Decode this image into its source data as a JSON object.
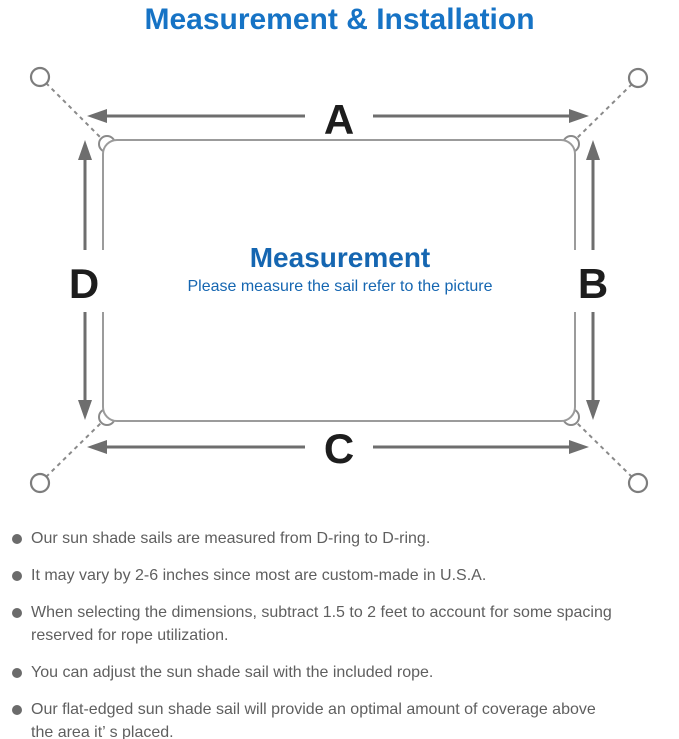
{
  "title": "Measurement & Installation",
  "diagram": {
    "center_heading": "Measurement",
    "center_subtitle": "Please measure the sail refer to the picture",
    "labels": {
      "top": "A",
      "right": "B",
      "bottom": "C",
      "left": "D"
    }
  },
  "notes": [
    [
      "Our sun shade sails are measured from D-ring to D-ring."
    ],
    [
      "It may vary by 2-6 inches since most are custom-made in U.S.A."
    ],
    [
      "When selecting the dimensions, subtract 1.5 to 2 feet to account for some spacing",
      "reserved for rope utilization."
    ],
    [
      "You can adjust the sun shade sail with the included rope."
    ],
    [
      "Our flat-edged sun shade sail will provide an optimal amount of coverage above",
      "the area it’ s placed."
    ]
  ],
  "colors": {
    "title_blue": "#1673c5",
    "center_blue": "#1566b1",
    "dimension_label_black": "#1d1d1d",
    "note_text_gray": "#5f5f5f",
    "sail_outline_gray": "#9b9b9b",
    "arrow_gray": "#6e6e6e",
    "rope_gray": "#8a8a8a"
  }
}
